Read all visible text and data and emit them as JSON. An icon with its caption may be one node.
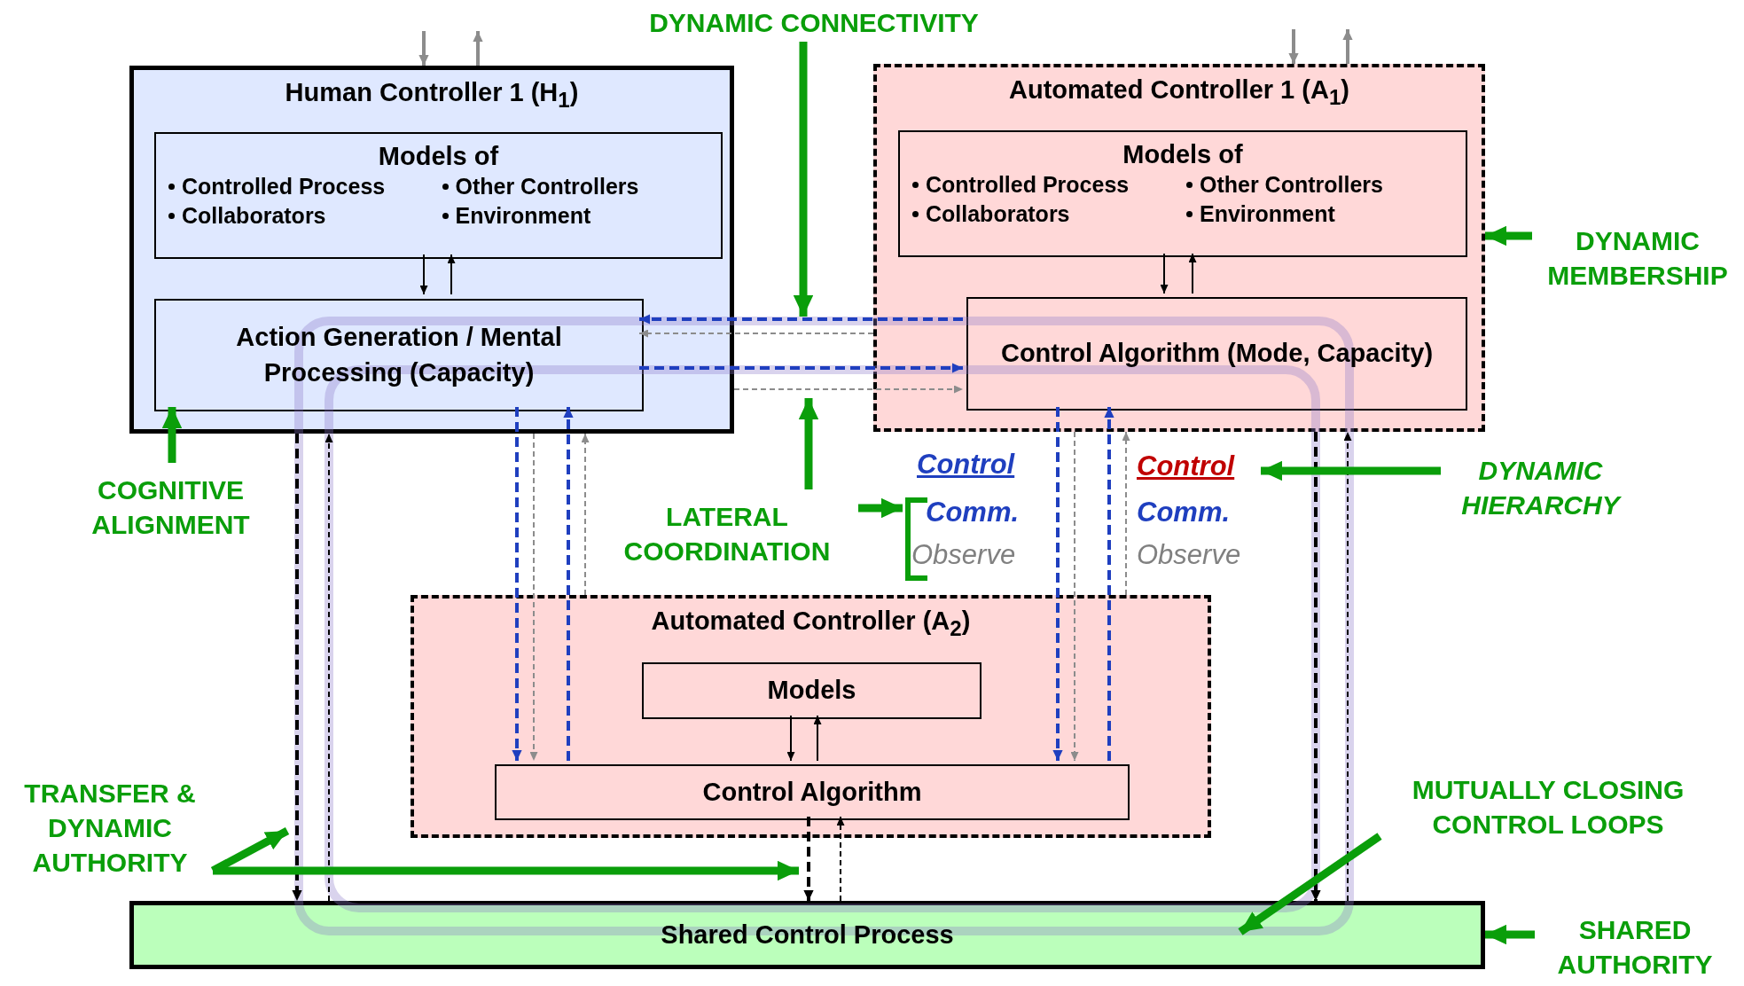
{
  "diagram": {
    "nodes": [
      {
        "text": [
          "Human Controller 1 (H$_{1}$)"
        ]
      },
      {
        "text": [
          "Models of",
          "Controlled Process",
          "Other Controllers",
          "Collaborators",
          "Environment"
        ],
        "in": 0
      },
      {
        "text": [
          "Action Generation / Mental Processing (Capacity)"
        ],
        "in": 0
      },
      {
        "text": [
          "Automated Controller 1 (A$_{1}$)"
        ]
      },
      {
        "text": [
          "Models of",
          "Controlled Process",
          "Other Controllers",
          "Collaborators",
          "Environment"
        ],
        "in": 3
      },
      {
        "text": [
          "Control Algorithm (Mode, Capacity)"
        ],
        "in": 3
      },
      {
        "text": [
          "Automated Controller (A$_{2}$)"
        ]
      },
      {
        "text": [
          "Models"
        ],
        "in": 6
      },
      {
        "text": [
          "Control Algorithm"
        ],
        "in": 6
      },
      {
        "text": [
          "Shared Control Process"
        ]
      },
      {
        "text": [
          "DYNAMIC CONNECTIVITY"
        ]
      },
      {
        "text": [
          "DYNAMIC MEMBERSHIP"
        ]
      },
      {
        "text": [
          "COGNITIVE ALIGNMENT"
        ]
      },
      {
        "text": [
          "LATERAL COORDINATION"
        ]
      },
      {
        "text": [
          "DYNAMIC HIERARCHY"
        ]
      },
      {
        "text": [
          "TRANSFER & DYNAMIC AUTHORITY"
        ]
      },
      {
        "text": [
          "MUTUALLY CLOSING CONTROL LOOPS"
        ]
      },
      {
        "text": [
          "SHARED AUTHORITY"
        ]
      },
      {
        "text": [
          "Control"
        ]
      },
      {
        "text": [],
        "shape": "bracket"
      }
    ],
    "edges": [
      {
        "from": null,
        "to": 0,
        "arrow": "to",
        "color": "#8c8c8c"
      },
      {
        "from": 0,
        "to": null,
        "arrow": "to",
        "color": "#8c8c8c"
      },
      {
        "from": null,
        "to": 3,
        "arrow": "to",
        "color": "#8c8c8c"
      },
      {
        "from": 3,
        "to": null,
        "arrow": "to",
        "color": "#8c8c8c"
      },
      {
        "from": 1,
        "to": 2,
        "arrow": "to"
      },
      {
        "from": 2,
        "to": 1,
        "arrow": "to"
      },
      {
        "from": 4,
        "to": 5,
        "arrow": "to"
      },
      {
        "from": 5,
        "to": 4,
        "arrow": "to"
      },
      {
        "from": 7,
        "to": 8,
        "arrow": "to"
      },
      {
        "from": 8,
        "to": 7,
        "arrow": "to"
      },
      {
        "from": 5,
        "to": 2,
        "arrow": "to",
        "style": "dashed",
        "color": "#1f3fbf"
      },
      {
        "from": 3,
        "to": 2,
        "arrow": "to",
        "style": "dashed",
        "color": "#8c8c8c"
      },
      {
        "from": 2,
        "to": 5,
        "arrow": "to",
        "style": "dashed",
        "color": "#1f3fbf"
      },
      {
        "from": 0,
        "to": 5,
        "arrow": "to",
        "style": "dashed",
        "color": "#8c8c8c"
      },
      {
        "from": 2,
        "to": 8,
        "arrow": "to",
        "style": "dashed",
        "color": "#1f3fbf"
      },
      {
        "from": 0,
        "to": 8,
        "arrow": "to",
        "style": "dashed",
        "color": "#8c8c8c"
      },
      {
        "from": 8,
        "to": 2,
        "arrow": "to",
        "style": "dashed",
        "color": "#1f3fbf"
      },
      {
        "from": 6,
        "to": 0,
        "arrow": "to",
        "style": "dashed",
        "color": "#8c8c8c"
      },
      {
        "from": 5,
        "to": 8,
        "arrow": "to",
        "style": "dashed",
        "color": "#1f3fbf"
      },
      {
        "from": 3,
        "to": 8,
        "arrow": "to",
        "style": "dashed",
        "color": "#8c8c8c"
      },
      {
        "from": 8,
        "to": 5,
        "arrow": "to",
        "style": "dashed",
        "color": "#1f3fbf"
      },
      {
        "from": 6,
        "to": 3,
        "arrow": "to",
        "style": "dashed",
        "color": "#8c8c8c"
      },
      {
        "from": 0,
        "to": 9,
        "arrow": "to",
        "style": "dashed"
      },
      {
        "from": 9,
        "to": 0,
        "arrow": "to",
        "style": "dashed"
      },
      {
        "from": 3,
        "to": 9,
        "arrow": "to",
        "style": "dashed"
      },
      {
        "from": 9,
        "to": 3,
        "arrow": "to",
        "style": "dashed"
      },
      {
        "from": 8,
        "to": 9,
        "arrow": "to",
        "style": "dashed"
      },
      {
        "from": 9,
        "to": 8,
        "arrow": "to",
        "style": "dashed"
      },
      {
        "from": 10,
        "to": null,
        "arrow": "to",
        "style": "thick",
        "color": "#0a9e0a"
      },
      {
        "from": 11,
        "to": 3,
        "arrow": "to",
        "style": "thick",
        "color": "#0a9e0a"
      },
      {
        "from": 12,
        "to": 2,
        "arrow": "to",
        "style": "thick",
        "color": "#0a9e0a"
      },
      {
        "from": 13,
        "to": null,
        "arrow": "to",
        "style": "thick",
        "color": "#0a9e0a"
      },
      {
        "from": 13,
        "to": 19,
        "arrow": "to",
        "style": "thick",
        "color": "#0a9e0a"
      },
      {
        "from": 14,
        "to": 18,
        "arrow": "to",
        "style": "thick",
        "color": "#0a9e0a"
      },
      {
        "from": 15,
        "to": null,
        "arrow": "to",
        "style": "thick",
        "color": "#0a9e0a"
      },
      {
        "from": 15,
        "to": 9,
        "arrow": "to",
        "style": "thick",
        "color": "#0a9e0a"
      },
      {
        "from": 16,
        "to": 9,
        "arrow": "to",
        "style": "thick",
        "color": "#0a9e0a"
      },
      {
        "from": 17,
        "to": 9,
        "arrow": "to",
        "style": "thick",
        "color": "#0a9e0a"
      }
    ],
    "labels": [
      "Control",
      "Comm.",
      "Comm.",
      "Observe",
      "Observe"
    ]
  }
}
